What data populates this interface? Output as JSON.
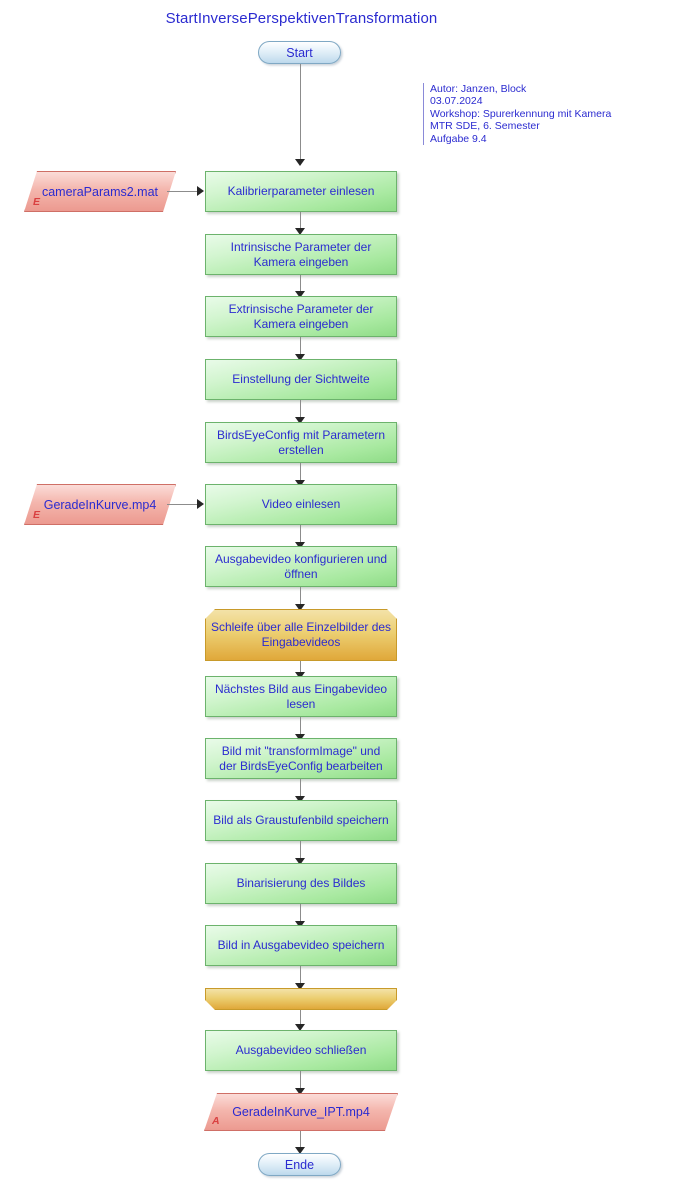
{
  "title": "StartInversePerspektivenTransformation",
  "note": {
    "lines": [
      "Autor: Janzen, Block",
      "03.07.2024",
      "Workshop: Spurerkennung mit Kamera",
      "MTR SDE, 6. Semester",
      "Aufgabe 9.4"
    ]
  },
  "colors": {
    "text": "#2b2bd0",
    "process_fill": "#a8e9a0",
    "loop_fill": "#e0a83a",
    "data_fill": "#ec9a90",
    "terminator_fill": "#cfe4f2",
    "connector": "#8c8c8c"
  },
  "nodes": {
    "start": {
      "label": "Start",
      "type": "terminator"
    },
    "end": {
      "label": "Ende",
      "type": "terminator"
    },
    "p1": {
      "label": "Kalibrierparameter einlesen",
      "type": "process"
    },
    "p2": {
      "label": "Intrinsische Parameter der Kamera eingeben",
      "type": "process"
    },
    "p3": {
      "label": "Extrinsische Parameter der Kamera eingeben",
      "type": "process"
    },
    "p4": {
      "label": "Einstellung der Sichtweite",
      "type": "process"
    },
    "p5": {
      "label": "BirdsEyeConfig mit Parametern erstellen",
      "type": "process"
    },
    "p6": {
      "label": "Video einlesen",
      "type": "process"
    },
    "p7": {
      "label": "Ausgabevideo konfigurieren und öffnen",
      "type": "process"
    },
    "loop_start": {
      "label": "Schleife über alle Einzelbilder des Eingabevideos",
      "type": "loop-start"
    },
    "p8": {
      "label": "Nächstes Bild aus Eingabevideo lesen",
      "type": "process"
    },
    "p9": {
      "label": "Bild mit \"transformImage\" und der BirdsEyeConfig bearbeiten",
      "type": "process"
    },
    "p10": {
      "label": "Bild als Graustufenbild speichern",
      "type": "process"
    },
    "p11": {
      "label": "Binarisierung des Bildes",
      "type": "process"
    },
    "p12": {
      "label": "Bild in Ausgabevideo speichern",
      "type": "process"
    },
    "loop_end": {
      "label": "",
      "type": "loop-end"
    },
    "p13": {
      "label": "Ausgabevideo schließen",
      "type": "process"
    },
    "in1": {
      "label": "cameraParams2.mat",
      "marker": "E",
      "type": "data-input"
    },
    "in2": {
      "label": "GeradeInKurve.mp4",
      "marker": "E",
      "type": "data-input"
    },
    "out1": {
      "label": "GeradeInKurve_IPT.mp4",
      "marker": "A",
      "type": "data-output"
    }
  }
}
